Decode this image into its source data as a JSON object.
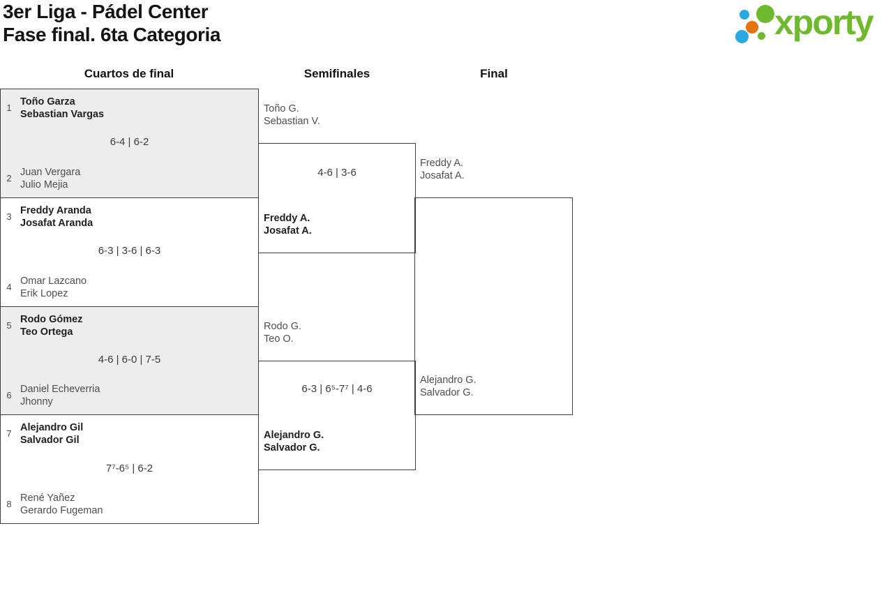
{
  "header": {
    "title_line1": "3er Liga - Pádel Center",
    "title_line2": "Fase final. 6ta Categoria"
  },
  "logo": {
    "text": "xporty",
    "colors": {
      "green": "#6fb92e",
      "blue": "#29a9e1",
      "orange": "#e6730d"
    }
  },
  "columns": {
    "quarterfinals": "Cuartos de final",
    "semifinals": "Semifinales",
    "final": "Final"
  },
  "quarterfinals": [
    {
      "seed_top": "1",
      "team_top": {
        "line1": "Toño Garza",
        "line2": "Sebastian Vargas",
        "winner": true
      },
      "score": "6-4 | 6-2",
      "seed_bottom": "2",
      "team_bottom": {
        "line1": "Juan Vergara",
        "line2": "Julio Mejia",
        "winner": false
      }
    },
    {
      "seed_top": "3",
      "team_top": {
        "line1": "Freddy Aranda",
        "line2": "Josafat Aranda",
        "winner": true
      },
      "score": "6-3 | 3-6 | 6-3",
      "seed_bottom": "4",
      "team_bottom": {
        "line1": "Omar Lazcano",
        "line2": "Erik Lopez",
        "winner": false
      }
    },
    {
      "seed_top": "5",
      "team_top": {
        "line1": "Rodo Gómez",
        "line2": "Teo Ortega",
        "winner": true
      },
      "score": "4-6 | 6-0 | 7-5",
      "seed_bottom": "6",
      "team_bottom": {
        "line1": "Daniel Echeverria",
        "line2": "Jhonny",
        "winner": false
      }
    },
    {
      "seed_top": "7",
      "team_top": {
        "line1": "Alejandro Gil",
        "line2": "Salvador Gil",
        "winner": true
      },
      "score": "7⁷-6⁵ | 6-2",
      "seed_bottom": "8",
      "team_bottom": {
        "line1": "René Yañez",
        "line2": "Gerardo Fugeman",
        "winner": false
      }
    }
  ],
  "semifinals": [
    {
      "team_top": {
        "line1": "Toño G.",
        "line2": "Sebastian V.",
        "winner": false
      },
      "score": "4-6 | 3-6",
      "team_bottom": {
        "line1": "Freddy A.",
        "line2": "Josafat A.",
        "winner": true
      }
    },
    {
      "team_top": {
        "line1": "Rodo G.",
        "line2": "Teo O.",
        "winner": false
      },
      "score": "6-3 | 6⁵-7⁷ | 4-6",
      "team_bottom": {
        "line1": "Alejandro G.",
        "line2": "Salvador G.",
        "winner": true
      }
    }
  ],
  "final": {
    "team_top": {
      "line1": "Freddy A.",
      "line2": "Josafat A.",
      "winner": false
    },
    "team_bottom": {
      "line1": "Alejandro G.",
      "line2": "Salvador G.",
      "winner": false
    }
  }
}
